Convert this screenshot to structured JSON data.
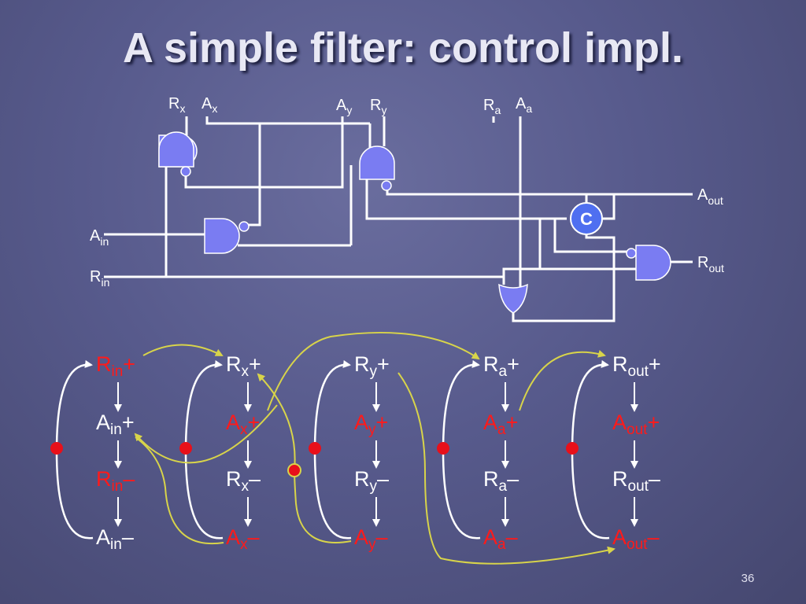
{
  "slide": {
    "title": "A simple filter: control impl.",
    "page_number": "36"
  },
  "colors": {
    "background": "#575a8c",
    "wire": "#ffffff",
    "gate_fill": "#7a7cf2",
    "c_element_fill": "#4f6ff0",
    "bubble_fill": "#7a7cf2",
    "event_red": "#ff1a1a",
    "event_white": "#ffffff",
    "arc_white": "#ffffff",
    "arc_yellow": "#d8d44a",
    "dot_red": "#e8101a"
  },
  "circuit": {
    "signals": {
      "rx": {
        "base": "R",
        "sub": "x"
      },
      "ax": {
        "base": "A",
        "sub": "x"
      },
      "ay": {
        "base": "A",
        "sub": "y"
      },
      "ry": {
        "base": "R",
        "sub": "y"
      },
      "ra": {
        "base": "R",
        "sub": "a"
      },
      "aa": {
        "base": "A",
        "sub": "a"
      },
      "ain": {
        "base": "A",
        "sub": "in"
      },
      "rin": {
        "base": "R",
        "sub": "in"
      },
      "aout": {
        "base": "A",
        "sub": "out"
      },
      "rout": {
        "base": "R",
        "sub": "out"
      }
    },
    "c_element_label": "C"
  },
  "stg": {
    "columns": [
      {
        "events": [
          {
            "base": "R",
            "sub": "in",
            "sign": "+",
            "color": "red"
          },
          {
            "base": "A",
            "sub": "in",
            "sign": "+",
            "color": "white"
          },
          {
            "base": "R",
            "sub": "in",
            "sign": "–",
            "color": "red"
          },
          {
            "base": "A",
            "sub": "in",
            "sign": "–",
            "color": "white"
          }
        ]
      },
      {
        "events": [
          {
            "base": "R",
            "sub": "x",
            "sign": "+",
            "color": "white"
          },
          {
            "base": "A",
            "sub": "x",
            "sign": "+",
            "color": "red"
          },
          {
            "base": "R",
            "sub": "x",
            "sign": "–",
            "color": "white"
          },
          {
            "base": "A",
            "sub": "x",
            "sign": "–",
            "color": "red"
          }
        ]
      },
      {
        "events": [
          {
            "base": "R",
            "sub": "y",
            "sign": "+",
            "color": "white"
          },
          {
            "base": "A",
            "sub": "y",
            "sign": "+",
            "color": "red"
          },
          {
            "base": "R",
            "sub": "y",
            "sign": "–",
            "color": "white"
          },
          {
            "base": "A",
            "sub": "y",
            "sign": "–",
            "color": "red"
          }
        ]
      },
      {
        "events": [
          {
            "base": "R",
            "sub": "a",
            "sign": "+",
            "color": "white"
          },
          {
            "base": "A",
            "sub": "a",
            "sign": "+",
            "color": "red"
          },
          {
            "base": "R",
            "sub": "a",
            "sign": "–",
            "color": "white"
          },
          {
            "base": "A",
            "sub": "a",
            "sign": "–",
            "color": "red"
          }
        ]
      },
      {
        "events": [
          {
            "base": "R",
            "sub": "out",
            "sign": "+",
            "color": "white"
          },
          {
            "base": "A",
            "sub": "out",
            "sign": "+",
            "color": "red"
          },
          {
            "base": "R",
            "sub": "out",
            "sign": "–",
            "color": "white"
          },
          {
            "base": "A",
            "sub": "out",
            "sign": "–",
            "color": "red"
          }
        ]
      }
    ]
  }
}
